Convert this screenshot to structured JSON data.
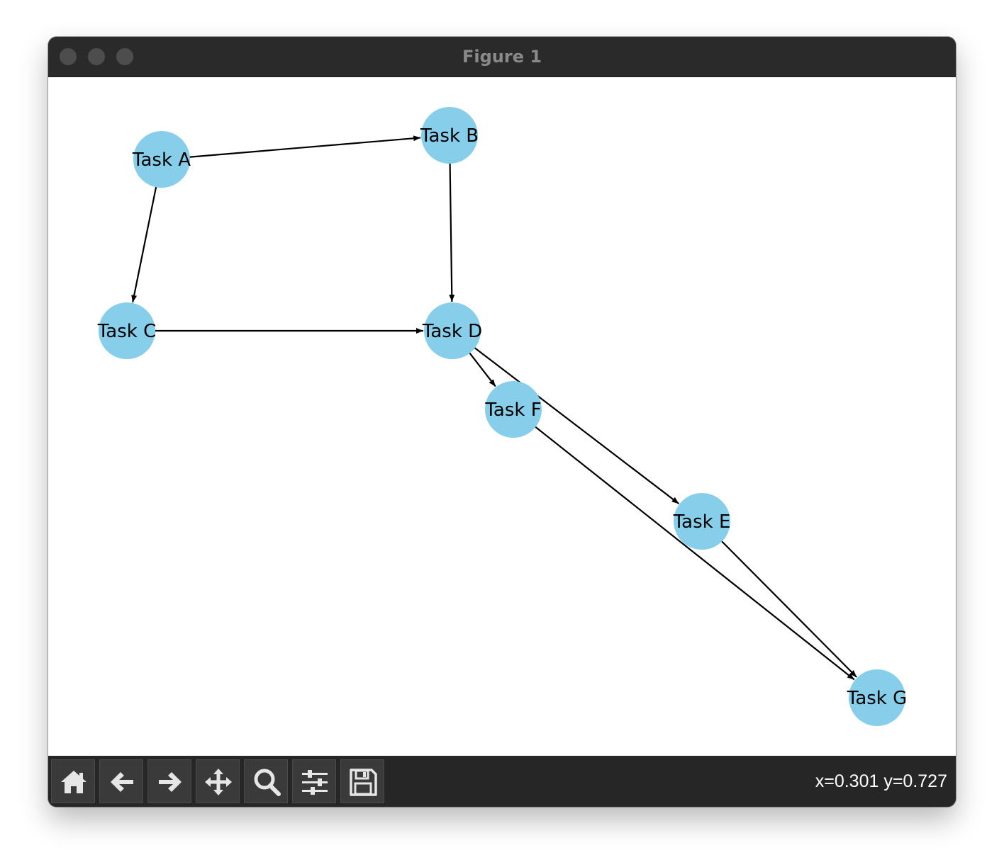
{
  "window": {
    "title": "Figure 1"
  },
  "graph": {
    "node_color": "#87ceeb",
    "edge_color": "#000000",
    "nodes": [
      {
        "id": "A",
        "label": "Task A"
      },
      {
        "id": "B",
        "label": "Task B"
      },
      {
        "id": "C",
        "label": "Task C"
      },
      {
        "id": "D",
        "label": "Task D"
      },
      {
        "id": "E",
        "label": "Task E"
      },
      {
        "id": "F",
        "label": "Task F"
      },
      {
        "id": "G",
        "label": "Task G"
      }
    ],
    "edges": [
      {
        "from": "A",
        "to": "B"
      },
      {
        "from": "A",
        "to": "C"
      },
      {
        "from": "B",
        "to": "D"
      },
      {
        "from": "C",
        "to": "D"
      },
      {
        "from": "D",
        "to": "F"
      },
      {
        "from": "D",
        "to": "E"
      },
      {
        "from": "F",
        "to": "G"
      },
      {
        "from": "E",
        "to": "G"
      }
    ]
  },
  "toolbar": {
    "buttons": [
      {
        "name": "home",
        "icon": "home-icon"
      },
      {
        "name": "back",
        "icon": "arrow-left-icon"
      },
      {
        "name": "forward",
        "icon": "arrow-right-icon"
      },
      {
        "name": "pan",
        "icon": "move-icon"
      },
      {
        "name": "zoom",
        "icon": "magnifier-icon"
      },
      {
        "name": "configure-subplots",
        "icon": "sliders-icon"
      },
      {
        "name": "save",
        "icon": "floppy-disk-icon"
      }
    ],
    "coordinates": "x=0.301 y=0.727"
  }
}
